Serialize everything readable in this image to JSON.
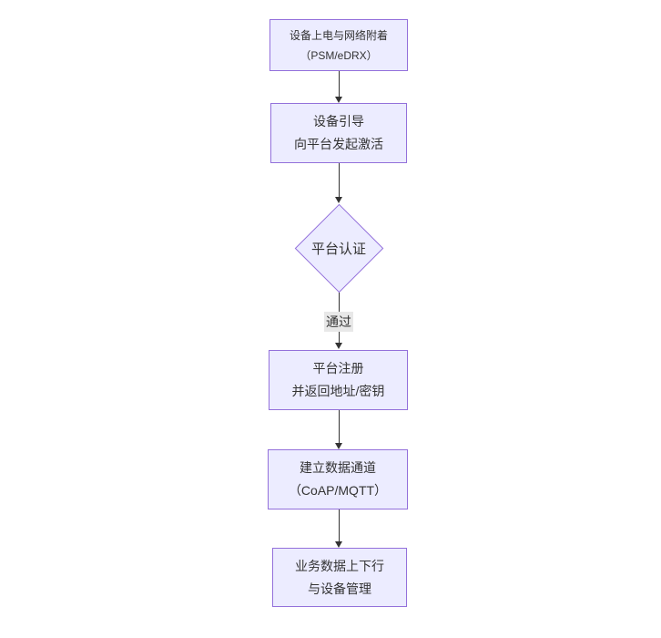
{
  "diagram": {
    "type": "flowchart-top-down",
    "colors": {
      "canvas_bg": "#ffffff",
      "node_fill": "#ECECFF",
      "node_border": "#9370DB",
      "text_color": "#333333",
      "arrow_color": "#333333",
      "edge_label_bg": "#e8e8e8"
    },
    "nodes": [
      {
        "id": "power-attach",
        "type": "rect",
        "lines": [
          "设备上电与网络附着",
          "（PSM/eDRX）"
        ]
      },
      {
        "id": "bootstrap",
        "type": "rect",
        "lines": [
          "设备引导",
          "向平台发起激活"
        ]
      },
      {
        "id": "auth",
        "type": "diamond",
        "lines": [
          "平台认证"
        ]
      },
      {
        "id": "register",
        "type": "rect",
        "lines": [
          "平台注册",
          "并返回地址/密钥"
        ]
      },
      {
        "id": "channel",
        "type": "rect",
        "lines": [
          "建立数据通道",
          "（CoAP/MQTT）"
        ]
      },
      {
        "id": "business",
        "type": "rect",
        "lines": [
          "业务数据上下行",
          "与设备管理"
        ]
      }
    ],
    "edges": [
      {
        "from": "power-attach",
        "to": "bootstrap",
        "label": ""
      },
      {
        "from": "bootstrap",
        "to": "auth",
        "label": ""
      },
      {
        "from": "auth",
        "to": "register",
        "label": "通过"
      },
      {
        "from": "register",
        "to": "channel",
        "label": ""
      },
      {
        "from": "channel",
        "to": "business",
        "label": ""
      }
    ]
  }
}
